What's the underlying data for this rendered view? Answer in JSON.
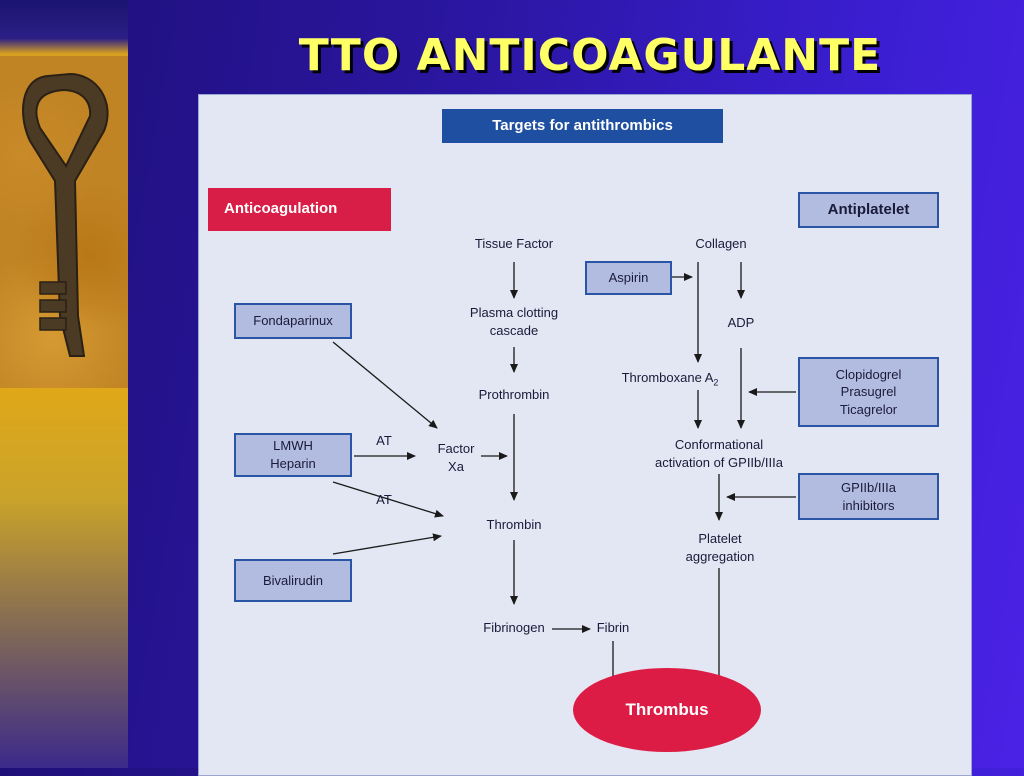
{
  "slide": {
    "title": "TTO ANTICOAGULANTE"
  },
  "diagram": {
    "header": "Targets for antithrombics",
    "sections": {
      "anticoagulation": "Anticoagulation",
      "antiplatelet": "Antiplatelet"
    },
    "drugs": {
      "fondaparinux": "Fondaparinux",
      "lmwh": "LMWH",
      "heparin": "Heparin",
      "bivalirudin": "Bivalirudin",
      "aspirin": "Aspirin",
      "clopidogrel": "Clopidogrel",
      "prasugrel": "Prasugrel",
      "ticagrelor": "Ticagrelor",
      "gp_inhibitors_1": "GPIIb/IIIa",
      "gp_inhibitors_2": "inhibitors"
    },
    "nodes": {
      "tissue_factor": "Tissue Factor",
      "plasma_1": "Plasma clotting",
      "plasma_2": "cascade",
      "prothrombin": "Prothrombin",
      "factor_1": "Factor",
      "factor_2": "Xa",
      "thrombin": "Thrombin",
      "fibrinogen": "Fibrinogen",
      "fibrin": "Fibrin",
      "collagen": "Collagen",
      "adp": "ADP",
      "thromboxane": "Thromboxane A",
      "thromboxane_sub": "2",
      "conformational_1": "Conformational",
      "conformational_2": "activation of GPIIb/IIIa",
      "platelet_1": "Platelet",
      "platelet_2": "aggregation",
      "thrombus": "Thrombus"
    },
    "edge_labels": {
      "at_upper": "AT",
      "at_lower": "AT"
    },
    "colors": {
      "header_blue": "#1e4fa0",
      "anticoag_red": "#d81e46",
      "drug_box_fill": "#b2bce0",
      "drug_box_border": "#2a55a5",
      "thrombus_red": "#dc1c44",
      "title_yellow": "#ffff66"
    }
  }
}
